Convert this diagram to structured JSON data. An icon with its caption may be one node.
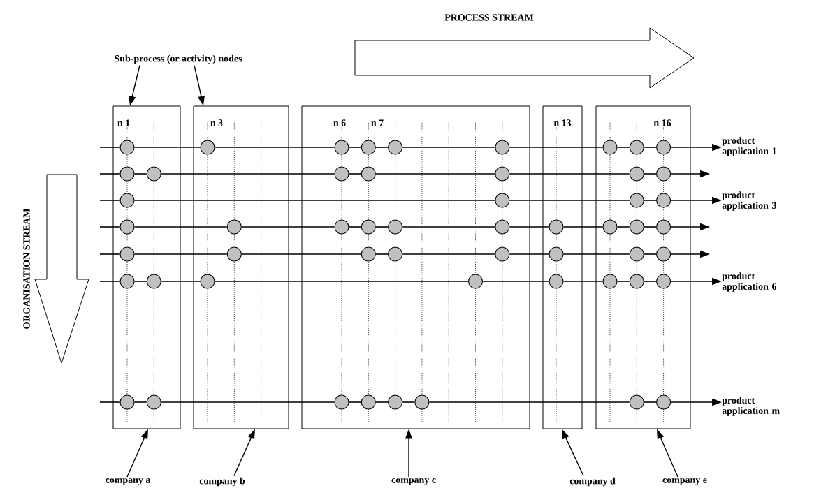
{
  "diagram": {
    "nodes": [
      {
        "text": [
          "Sub-process (or activity) nodes"
        ]
      },
      {
        "text": [],
        "shape": "box"
      },
      {
        "text": [],
        "shape": "box"
      },
      {
        "text": [],
        "shape": "box"
      },
      {
        "text": [],
        "shape": "box"
      },
      {
        "text": [],
        "shape": "box"
      },
      {
        "text": [],
        "shape": "circle",
        "in": 1
      },
      {
        "text": [],
        "shape": "circle",
        "in": 2
      },
      {
        "text": [],
        "shape": "circle",
        "in": 3
      },
      {
        "text": [],
        "shape": "circle",
        "in": 3
      },
      {
        "text": [],
        "shape": "circle",
        "in": 3
      },
      {
        "text": [],
        "shape": "circle",
        "in": 3
      },
      {
        "text": [],
        "shape": "circle",
        "in": 5
      },
      {
        "text": [],
        "shape": "circle",
        "in": 5
      },
      {
        "text": [],
        "shape": "circle",
        "in": 5
      },
      {
        "text": [],
        "shape": "circle",
        "in": 1
      },
      {
        "text": [],
        "shape": "circle",
        "in": 1
      },
      {
        "text": [],
        "shape": "circle",
        "in": 3
      },
      {
        "text": [],
        "shape": "circle",
        "in": 3
      },
      {
        "text": [],
        "shape": "circle",
        "in": 3
      },
      {
        "text": [],
        "shape": "circle",
        "in": 5
      },
      {
        "text": [],
        "shape": "circle",
        "in": 5
      },
      {
        "text": [],
        "shape": "circle",
        "in": 1
      },
      {
        "text": [],
        "shape": "circle",
        "in": 3
      },
      {
        "text": [],
        "shape": "circle",
        "in": 5
      },
      {
        "text": [],
        "shape": "circle",
        "in": 5
      },
      {
        "text": [],
        "shape": "circle",
        "in": 1
      },
      {
        "text": [],
        "shape": "circle",
        "in": 2
      },
      {
        "text": [],
        "shape": "circle",
        "in": 3
      },
      {
        "text": [],
        "shape": "circle",
        "in": 3
      },
      {
        "text": [],
        "shape": "circle",
        "in": 3
      },
      {
        "text": [],
        "shape": "circle",
        "in": 3
      },
      {
        "text": [],
        "shape": "circle",
        "in": 4
      },
      {
        "text": [],
        "shape": "circle",
        "in": 5
      },
      {
        "text": [],
        "shape": "circle",
        "in": 5
      },
      {
        "text": [],
        "shape": "circle",
        "in": 5
      },
      {
        "text": [],
        "shape": "circle",
        "in": 1
      },
      {
        "text": [],
        "shape": "circle",
        "in": 2
      },
      {
        "text": [],
        "shape": "circle",
        "in": 3
      },
      {
        "text": [],
        "shape": "circle",
        "in": 3
      },
      {
        "text": [],
        "shape": "circle",
        "in": 3
      },
      {
        "text": [],
        "shape": "circle",
        "in": 4
      },
      {
        "text": [],
        "shape": "circle",
        "in": 5
      },
      {
        "text": [],
        "shape": "circle",
        "in": 5
      },
      {
        "text": [],
        "shape": "circle",
        "in": 1
      },
      {
        "text": [],
        "shape": "circle",
        "in": 1
      },
      {
        "text": [],
        "shape": "circle",
        "in": 2
      },
      {
        "text": [],
        "shape": "circle",
        "in": 3
      },
      {
        "text": [],
        "shape": "circle",
        "in": 4
      },
      {
        "text": [],
        "shape": "circle",
        "in": 5
      },
      {
        "text": [],
        "shape": "circle",
        "in": 5
      },
      {
        "text": [],
        "shape": "circle",
        "in": 5
      },
      {
        "text": [],
        "shape": "circle",
        "in": 1
      },
      {
        "text": [],
        "shape": "circle",
        "in": 1
      },
      {
        "text": [],
        "shape": "circle",
        "in": 3
      },
      {
        "text": [],
        "shape": "circle",
        "in": 3
      },
      {
        "text": [],
        "shape": "circle",
        "in": 3
      },
      {
        "text": [],
        "shape": "circle",
        "in": 3
      },
      {
        "text": [],
        "shape": "circle",
        "in": 5
      },
      {
        "text": [],
        "shape": "circle",
        "in": 5
      },
      {
        "text": [
          "product application 1"
        ]
      },
      {
        "text": [
          "product application 3"
        ]
      },
      {
        "text": [
          "product application 6"
        ]
      },
      {
        "text": [
          "product application m"
        ]
      },
      {
        "text": [
          "company a"
        ]
      },
      {
        "text": [
          "company b"
        ]
      },
      {
        "text": [
          "company c"
        ]
      },
      {
        "text": [
          "company d"
        ]
      },
      {
        "text": [
          "company e"
        ]
      }
    ],
    "edges": [
      {
        "from": null,
        "to": 6,
        "arrow": "none"
      },
      {
        "from": 6,
        "to": 7,
        "arrow": "none"
      },
      {
        "from": 7,
        "to": 8,
        "arrow": "none"
      },
      {
        "from": 8,
        "to": 9,
        "arrow": "none"
      },
      {
        "from": 9,
        "to": 10,
        "arrow": "none"
      },
      {
        "from": 10,
        "to": 11,
        "arrow": "none"
      },
      {
        "from": 11,
        "to": 12,
        "arrow": "none"
      },
      {
        "from": 12,
        "to": 13,
        "arrow": "none"
      },
      {
        "from": 13,
        "to": 14,
        "arrow": "none"
      },
      {
        "from": 14,
        "to": 60,
        "arrow": "to"
      },
      {
        "from": null,
        "to": 15,
        "arrow": "none"
      },
      {
        "from": 15,
        "to": 16,
        "arrow": "none"
      },
      {
        "from": 16,
        "to": 17,
        "arrow": "none"
      },
      {
        "from": 17,
        "to": 18,
        "arrow": "none"
      },
      {
        "from": 18,
        "to": 19,
        "arrow": "none"
      },
      {
        "from": 19,
        "to": 20,
        "arrow": "none"
      },
      {
        "from": 20,
        "to": 21,
        "arrow": "none"
      },
      {
        "from": 21,
        "to": null,
        "arrow": "to"
      },
      {
        "from": null,
        "to": 22,
        "arrow": "none"
      },
      {
        "from": 22,
        "to": 23,
        "arrow": "none"
      },
      {
        "from": 23,
        "to": 24,
        "arrow": "none"
      },
      {
        "from": 24,
        "to": 25,
        "arrow": "none"
      },
      {
        "from": 25,
        "to": 61,
        "arrow": "to"
      },
      {
        "from": null,
        "to": 26,
        "arrow": "none"
      },
      {
        "from": 26,
        "to": 27,
        "arrow": "none"
      },
      {
        "from": 27,
        "to": 28,
        "arrow": "none"
      },
      {
        "from": 28,
        "to": 29,
        "arrow": "none"
      },
      {
        "from": 29,
        "to": 30,
        "arrow": "none"
      },
      {
        "from": 30,
        "to": 31,
        "arrow": "none"
      },
      {
        "from": 31,
        "to": 32,
        "arrow": "none"
      },
      {
        "from": 32,
        "to": 33,
        "arrow": "none"
      },
      {
        "from": 33,
        "to": 34,
        "arrow": "none"
      },
      {
        "from": 34,
        "to": 35,
        "arrow": "none"
      },
      {
        "from": 35,
        "to": null,
        "arrow": "to"
      },
      {
        "from": null,
        "to": 36,
        "arrow": "none"
      },
      {
        "from": 36,
        "to": 37,
        "arrow": "none"
      },
      {
        "from": 37,
        "to": 38,
        "arrow": "none"
      },
      {
        "from": 38,
        "to": 39,
        "arrow": "none"
      },
      {
        "from": 39,
        "to": 40,
        "arrow": "none"
      },
      {
        "from": 40,
        "to": 41,
        "arrow": "none"
      },
      {
        "from": 41,
        "to": 42,
        "arrow": "none"
      },
      {
        "from": 42,
        "to": 43,
        "arrow": "none"
      },
      {
        "from": 43,
        "to": null,
        "arrow": "to"
      },
      {
        "from": null,
        "to": 44,
        "arrow": "none"
      },
      {
        "from": 44,
        "to": 45,
        "arrow": "none"
      },
      {
        "from": 45,
        "to": 46,
        "arrow": "none"
      },
      {
        "from": 46,
        "to": 47,
        "arrow": "none"
      },
      {
        "from": 47,
        "to": 48,
        "arrow": "none"
      },
      {
        "from": 48,
        "to": 49,
        "arrow": "none"
      },
      {
        "from": 49,
        "to": 50,
        "arrow": "none"
      },
      {
        "from": 50,
        "to": 51,
        "arrow": "none"
      },
      {
        "from": 51,
        "to": 62,
        "arrow": "to"
      },
      {
        "from": null,
        "to": 52,
        "arrow": "none"
      },
      {
        "from": 52,
        "to": 53,
        "arrow": "none"
      },
      {
        "from": 53,
        "to": 54,
        "arrow": "none"
      },
      {
        "from": 54,
        "to": 55,
        "arrow": "none"
      },
      {
        "from": 55,
        "to": 56,
        "arrow": "none"
      },
      {
        "from": 56,
        "to": 57,
        "arrow": "none"
      },
      {
        "from": 57,
        "to": 58,
        "arrow": "none"
      },
      {
        "from": 58,
        "to": 59,
        "arrow": "none"
      },
      {
        "from": 59,
        "to": 63,
        "arrow": "to"
      },
      {
        "from": 0,
        "to": 1,
        "arrow": "to"
      },
      {
        "from": 0,
        "to": 2,
        "arrow": "to"
      },
      {
        "from": 64,
        "to": 1,
        "arrow": "to"
      },
      {
        "from": 65,
        "to": 2,
        "arrow": "to"
      },
      {
        "from": 66,
        "to": 3,
        "arrow": "to"
      },
      {
        "from": 67,
        "to": 4,
        "arrow": "to"
      },
      {
        "from": 68,
        "to": 5,
        "arrow": "to"
      }
    ],
    "labels": [
      "PROCESS STREAM",
      "ORGANISATION STREAM",
      "n 1",
      "n 3",
      "n 6",
      "n 7",
      "n 13",
      "n 16"
    ]
  }
}
